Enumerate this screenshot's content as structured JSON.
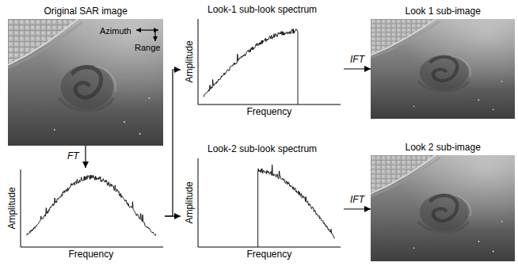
{
  "diagram": {
    "nodes": [
      {
        "text": [
          "Original SAR image",
          "Azimuth",
          "Range"
        ]
      },
      {
        "text": [
          "Amplitude",
          "Frequency"
        ]
      },
      {
        "text": [
          "Look-1 sub-look spectrum",
          "Amplitude",
          "Frequency"
        ]
      },
      {
        "text": [
          "Look-2 sub-look spectrum",
          "Amplitude",
          "Frequency"
        ]
      },
      {
        "text": [
          "Look 1 sub-image"
        ]
      },
      {
        "text": [
          "Look 2 sub-image"
        ]
      }
    ],
    "edges": [
      {
        "from": 0,
        "to": 1,
        "arrow": "to",
        "label": "FT"
      },
      {
        "from": 1,
        "to": 2,
        "arrow": "to"
      },
      {
        "from": 1,
        "to": 3,
        "arrow": "to"
      },
      {
        "from": 2,
        "to": 4,
        "arrow": "to",
        "label": "IFT"
      },
      {
        "from": 3,
        "to": 5,
        "arrow": "to",
        "label": "IFT"
      }
    ]
  }
}
